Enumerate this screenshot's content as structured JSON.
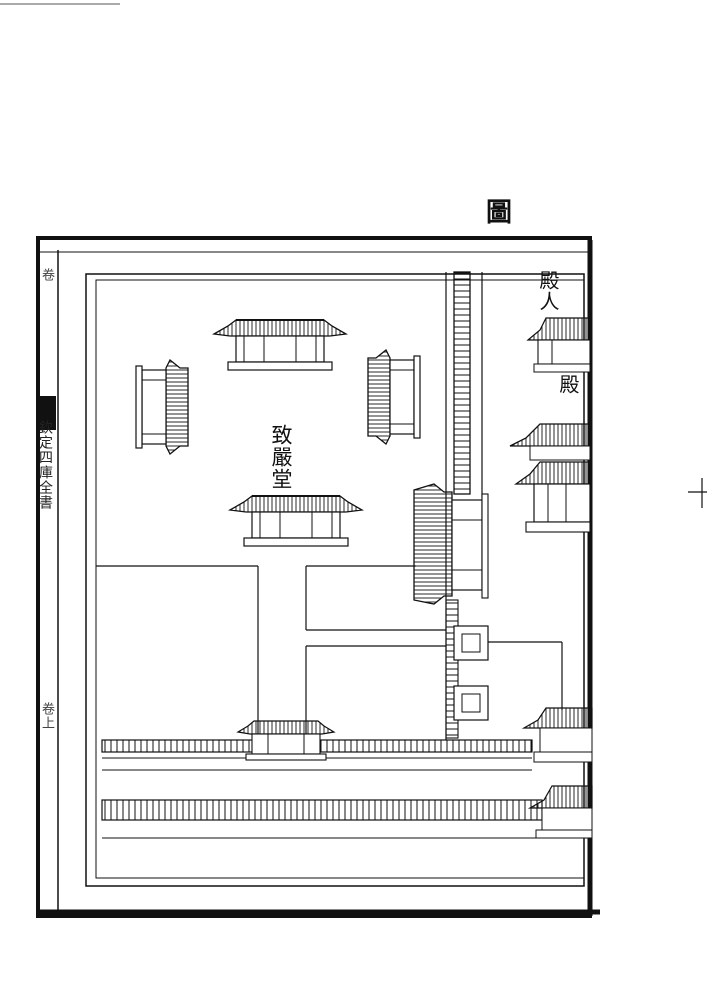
{
  "page": {
    "title": "圖"
  },
  "labels": {
    "main_hall": "致嚴堂",
    "right_upper": "殿人",
    "right_lower": "殿"
  },
  "margin_text": {
    "top": "卷",
    "middle": "欽定四庫全書",
    "bottom": "卷上"
  },
  "colors": {
    "ink": "#111111",
    "paper": "#ffffff"
  }
}
